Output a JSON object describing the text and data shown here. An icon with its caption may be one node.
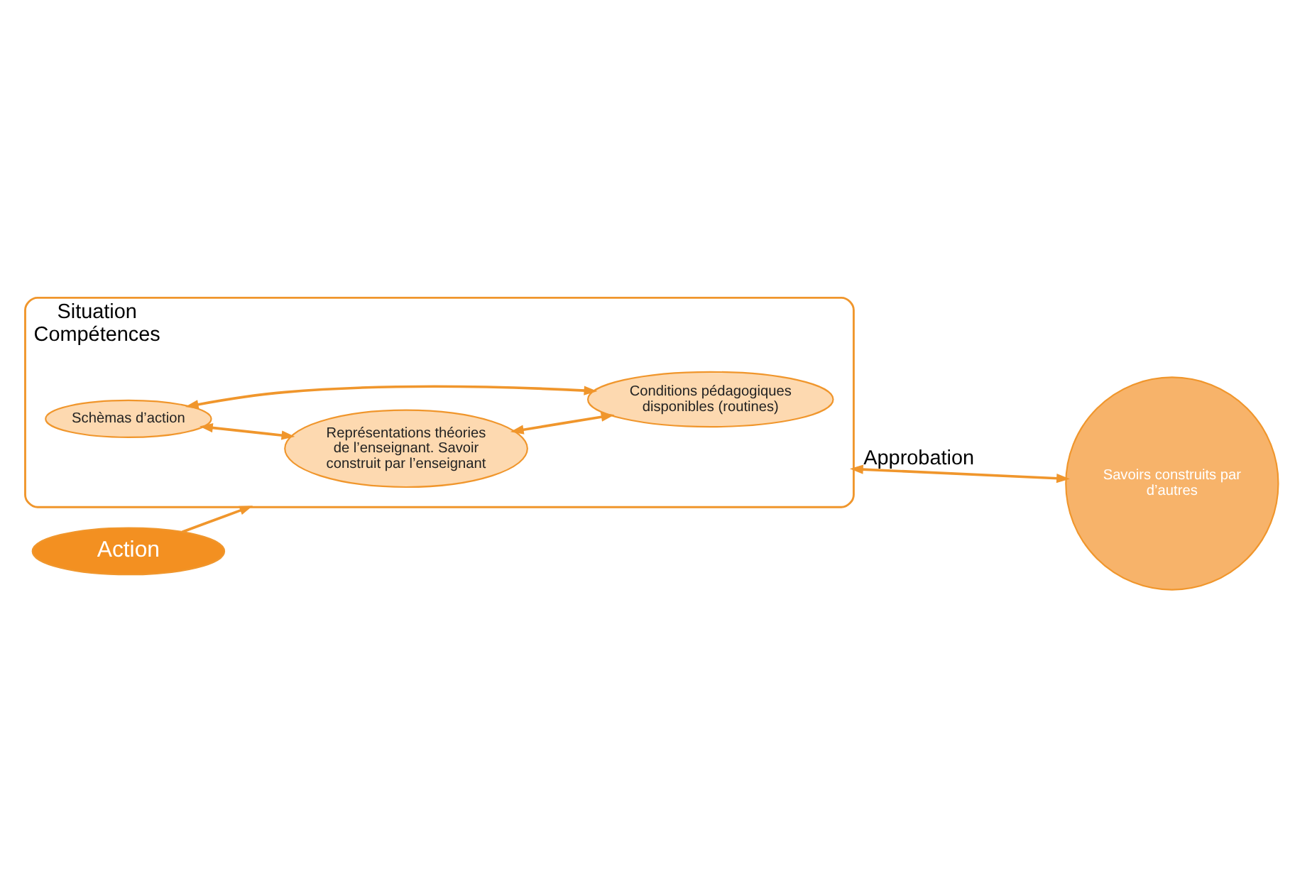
{
  "diagram": {
    "nodes": [
      {
        "text": [
          "Situation",
          "Compétences"
        ]
      },
      {
        "text": [
          "Représentations théories de l’enseignant. Savoir construit par l’enseignant"
        ],
        "in": 0
      },
      {
        "text": [
          "Schèmas d’action"
        ],
        "in": 0
      },
      {
        "text": [
          "Conditions pédagogiques disponibles (routines)"
        ],
        "in": 0
      },
      {
        "text": [
          "Savoirs construits par d’autres"
        ]
      },
      {
        "text": [
          "Action"
        ]
      }
    ],
    "edges": [
      {
        "from": 2,
        "to": 1,
        "arrow": "both"
      },
      {
        "from": 1,
        "to": 3,
        "arrow": "both"
      },
      {
        "from": 2,
        "to": 3,
        "arrow": "both"
      },
      {
        "from": 0,
        "to": 4,
        "arrow": "both",
        "label": "Approbation"
      },
      {
        "from": 5,
        "to": 0,
        "arrow": "to"
      }
    ]
  }
}
